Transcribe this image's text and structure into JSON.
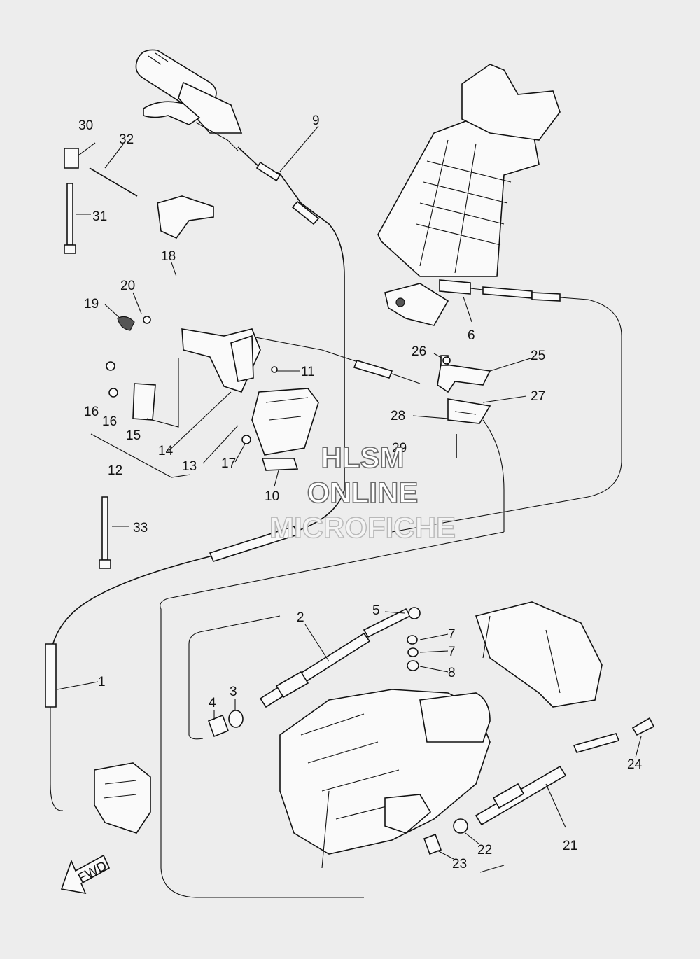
{
  "watermark": {
    "line1": "HLSM",
    "line2": "ONLINE",
    "line3": "MICROFICHE"
  },
  "fwd_label": "FWD",
  "callouts": {
    "c1": "1",
    "c2": "2",
    "c3": "3",
    "c4": "4",
    "c5": "5",
    "c6": "6",
    "c7a": "7",
    "c7b": "7",
    "c8": "8",
    "c9": "9",
    "c10": "10",
    "c11": "11",
    "c12": "12",
    "c13": "13",
    "c14": "14",
    "c15": "15",
    "c16a": "16",
    "c16b": "16",
    "c17": "17",
    "c18": "18",
    "c19": "19",
    "c20": "20",
    "c21": "21",
    "c22": "22",
    "c23": "23",
    "c24": "24",
    "c25": "25",
    "c26": "26",
    "c27": "27",
    "c28": "28",
    "c29": "29",
    "c30": "30",
    "c31": "31",
    "c32": "32",
    "c33": "33"
  }
}
